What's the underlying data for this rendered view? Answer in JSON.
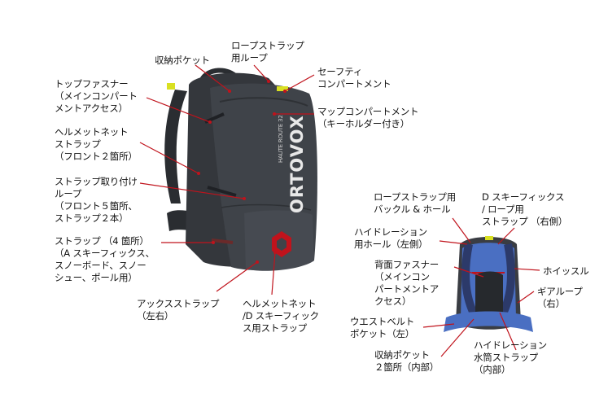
{
  "brand": {
    "logo": "ORTOVOX",
    "model": "HAUTE ROUTE 32"
  },
  "colors": {
    "bag_body": "#3f4349",
    "bag_dark": "#2a2d31",
    "leader_line": "#c0131c",
    "back_panel": "#4a6fc2",
    "accent_yellow": "#d9e021"
  },
  "main_labels": {
    "storage_pocket": "収納ポケット",
    "rope_strap_loop": "ロープストラップ\n用ループ",
    "safety_compartment": "セーフティ\nコンパートメント",
    "top_zipper": "トップファスナー\n（メインコンパート\nメントアクセス）",
    "map_compartment": "マップコンパートメント\n（キーホルダー付き）",
    "helmet_net_strap_front": "ヘルメットネット\nストラップ\n（フロント２箇所）",
    "strap_attach_loop": "ストラップ取り付け\nループ\n（フロント５箇所、\nストラップ２本）",
    "straps_4": "ストラップ （4 箇所）\n（A スキーフィックス、\nスノーボード、スノー\nシュー、ポール用）",
    "axe_strap": "アックスストラップ\n（左右）",
    "helmet_net_d_ski": "ヘルメットネット\n/D スキーフィック\nス用ストラップ"
  },
  "back_labels": {
    "rope_strap_buckle": "ロープストラップ用\nバックル & ホール",
    "d_ski_fix_rope": "D スキーフィックス\n/ ロープ用\nストラップ （右側）",
    "hydration_hole": "ハイドレーション\n用ホール（左側）",
    "whistle": "ホイッスル",
    "back_zipper": "背面ファスナー\n（メインコン\nパートメントア\nクセス）",
    "gear_loop": "ギアループ\n（右）",
    "waistbelt_pocket": "ウエストベルト\nポケット（左）",
    "hydration_strap": "ハイドレーション\n水筒ストラップ\n（内部）",
    "storage_pocket_inner": "収納ポケット\n２箇所（内部）"
  }
}
